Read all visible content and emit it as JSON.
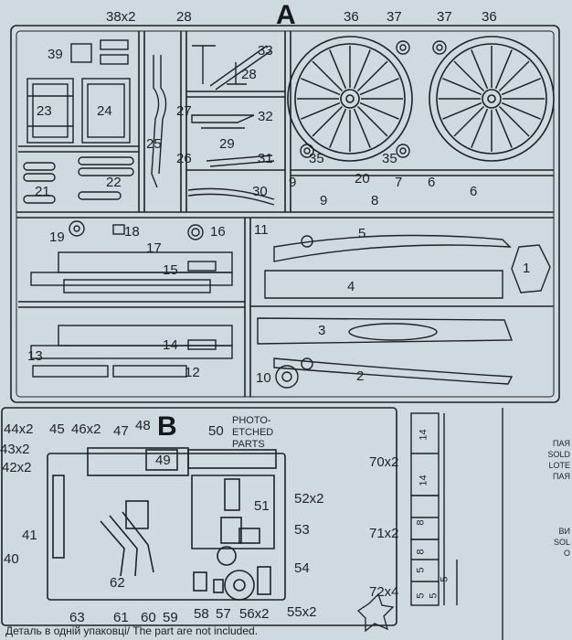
{
  "sprue_a": {
    "title": "A",
    "labels": [
      "38x2",
      "28",
      "36",
      "37",
      "37",
      "36",
      "39",
      "33",
      "28",
      "23",
      "24",
      "27",
      "32",
      "29",
      "25",
      "26",
      "31",
      "35",
      "35",
      "21",
      "22",
      "30",
      "9",
      "20",
      "7",
      "6",
      "6",
      "9",
      "8",
      "19",
      "18",
      "17",
      "16",
      "11",
      "5",
      "15",
      "1",
      "4",
      "3",
      "14",
      "13",
      "12",
      "10",
      "2"
    ]
  },
  "sprue_b": {
    "title": "B",
    "photo_etched_label": "PHOTO-ETCHED PARTS",
    "labels": [
      "44x2",
      "45",
      "46x2",
      "47",
      "48",
      "50",
      "43x2",
      "49",
      "42x2",
      "51",
      "52x2",
      "53",
      "41",
      "40",
      "54",
      "62",
      "63",
      "61",
      "60",
      "59",
      "58",
      "57",
      "56x2",
      "55x2"
    ]
  },
  "ruler": {
    "labels": [
      "70x2",
      "71x2",
      "72x4"
    ],
    "dims": [
      "14",
      "14",
      "8",
      "8",
      "5",
      "5",
      "5",
      "5"
    ]
  },
  "caption": "Деталь в одній упаковці/ The part are not included.",
  "right_notes": [
    "ПАЯ",
    "SOLD",
    "LOTE",
    "ПАЯ",
    "ВИ",
    "SOL",
    "О"
  ]
}
